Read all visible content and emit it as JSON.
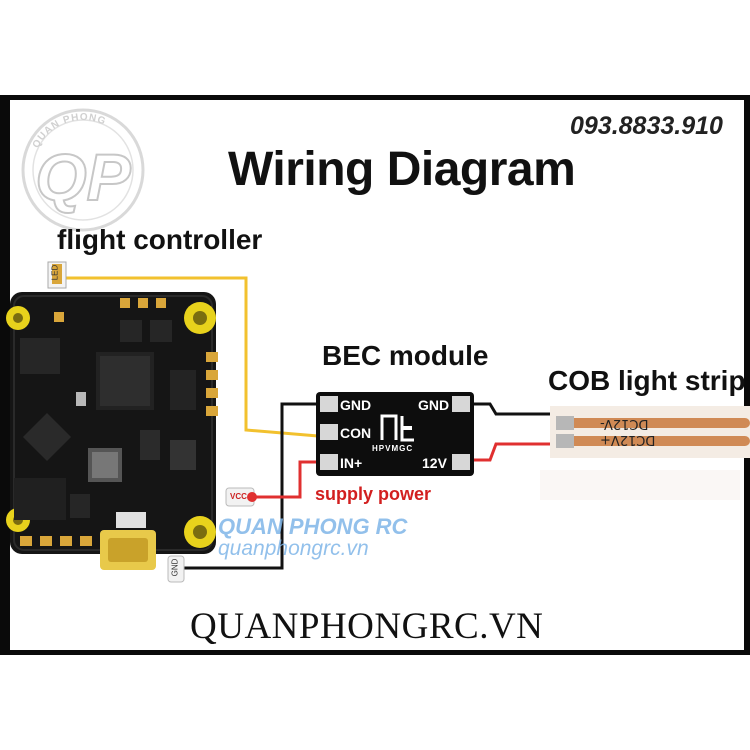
{
  "title": "Wiring Diagram",
  "phone": "093.8833.910",
  "labels": {
    "flight_controller": "flight controller",
    "bec_module": "BEC module",
    "cob_light_strip": "COB light strip",
    "supply_power": "supply power"
  },
  "bec_pins": {
    "gnd_left": "GND",
    "con": "CON",
    "in_plus": "IN+",
    "gnd_right": "GND",
    "v12": "12V",
    "brand": "HPVMGC"
  },
  "fc_pads": {
    "led": "LED",
    "vcc": "VCC",
    "gnd": "GND"
  },
  "strip_text": {
    "minus": "DC12V-",
    "plus": "DC12V+"
  },
  "watermark": {
    "logo_letters": "QP",
    "logo_arc": "QUAN PHONG",
    "line1": "QUAN PHONG RC",
    "line2": "quanphongrc.vn"
  },
  "footer": "QUANPHONGRC.VN",
  "colors": {
    "led_wire": "#f2c12e",
    "power_wire": "#e03030",
    "ground_wire": "#111111",
    "pcb": "#151515",
    "bec_board": "#0d0d0d",
    "watermark": "#7fb6e8"
  }
}
